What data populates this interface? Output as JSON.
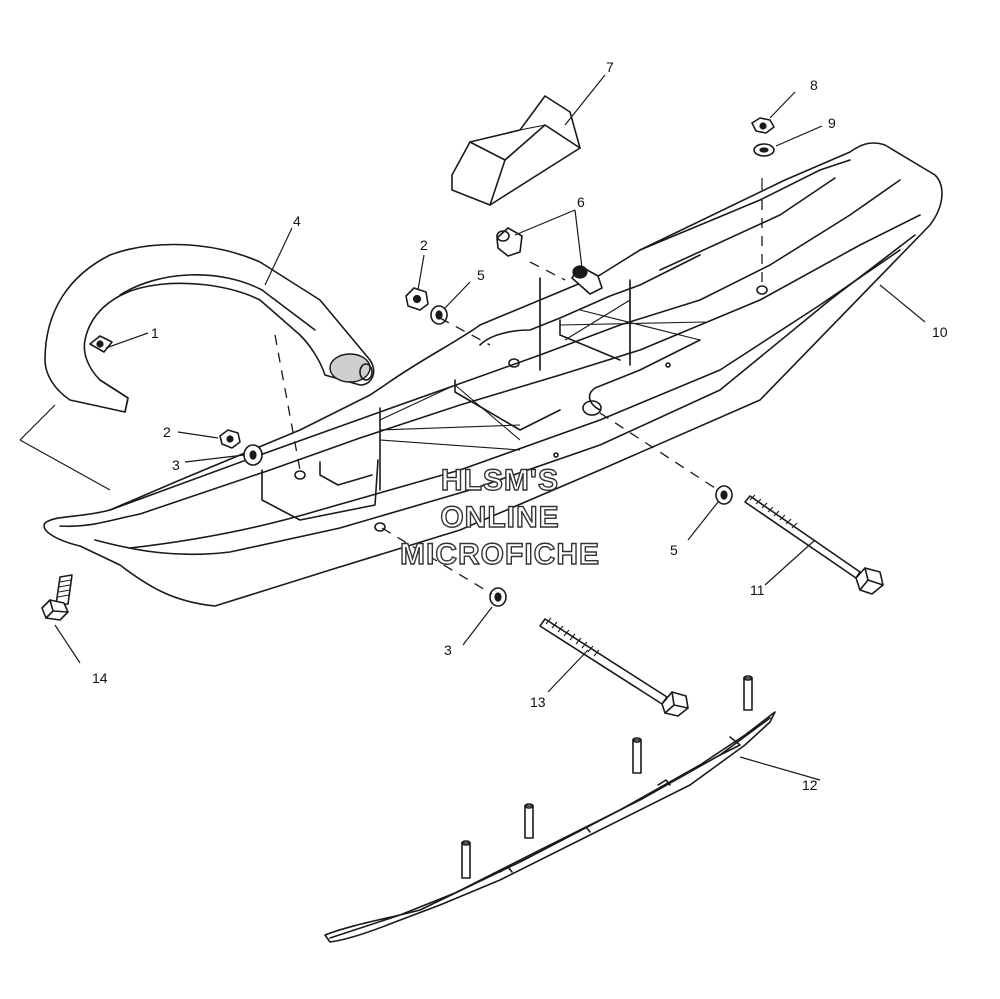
{
  "callouts": [
    {
      "id": "c1",
      "label": "1"
    },
    {
      "id": "c2a",
      "label": "2"
    },
    {
      "id": "c2b",
      "label": "2"
    },
    {
      "id": "c3a",
      "label": "3"
    },
    {
      "id": "c3b",
      "label": "3"
    },
    {
      "id": "c4",
      "label": "4"
    },
    {
      "id": "c5a",
      "label": "5"
    },
    {
      "id": "c5b",
      "label": "5"
    },
    {
      "id": "c6",
      "label": "6"
    },
    {
      "id": "c7",
      "label": "7"
    },
    {
      "id": "c8",
      "label": "8"
    },
    {
      "id": "c9",
      "label": "9"
    },
    {
      "id": "c10",
      "label": "10"
    },
    {
      "id": "c11",
      "label": "11"
    },
    {
      "id": "c12",
      "label": "12"
    },
    {
      "id": "c13",
      "label": "13"
    },
    {
      "id": "c14",
      "label": "14"
    }
  ],
  "watermark": {
    "line1": "HLSM'S",
    "line2": "ONLINE",
    "line3": "MICROFICHE"
  }
}
